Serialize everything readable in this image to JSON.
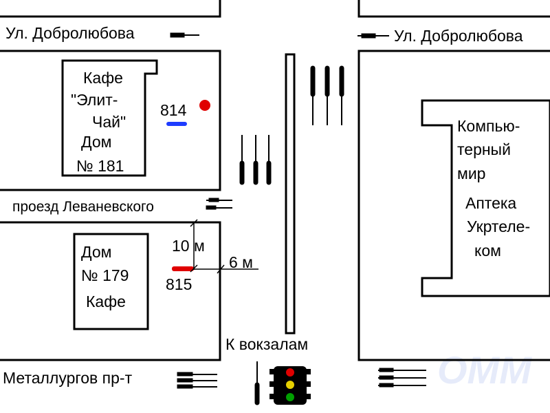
{
  "streets": {
    "dobrolyubova_left": "Ул. Добролюбова",
    "dobrolyubova_right": "Ул. Добролюбова",
    "levanevskogo": "проезд Леваневского",
    "metallurgov": "Металлургов  пр-т"
  },
  "buildings": {
    "cafe_elit": {
      "line1": "Кафе",
      "line2": "\"Элит-",
      "line3": "Чай\"",
      "line4": "Дом",
      "line5": "№ 181"
    },
    "dom_179": {
      "line1": "Дом",
      "line2": "№ 179",
      "line3": "Кафе"
    },
    "computer_world": {
      "line1": "Компью-",
      "line2": "терный",
      "line3": "мир",
      "line4": "Аптека",
      "line5": "Укртеле-",
      "line6": "ком"
    }
  },
  "stops": {
    "stop_814": {
      "label": "814",
      "color": "#e00000",
      "bar_color": "#1e3cff"
    },
    "stop_815": {
      "label": "815",
      "bar_color": "#e00000"
    }
  },
  "distances": {
    "vertical": "10 м",
    "horizontal": "6 м"
  },
  "direction": "К вокзалам",
  "watermark": "ОММ",
  "colors": {
    "ink": "#000000",
    "traffic_red": "#e00000",
    "traffic_yellow": "#e6d000",
    "traffic_green": "#00a000",
    "watermark": "#e6ebfa"
  }
}
